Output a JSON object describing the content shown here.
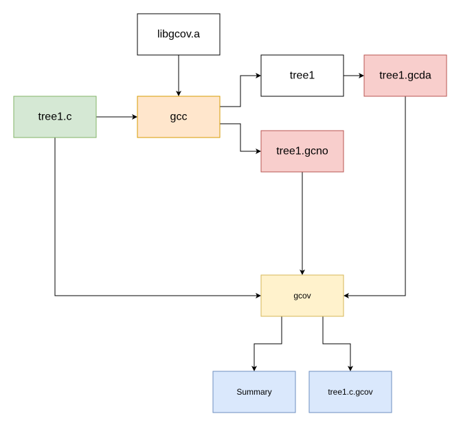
{
  "nodes": {
    "libgcov": {
      "label": "libgcov.a",
      "fill": "#ffffff",
      "stroke": "#000000"
    },
    "tree1_c": {
      "label": "tree1.c",
      "fill": "#d5e8d4",
      "stroke": "#82b366"
    },
    "gcc": {
      "label": "gcc",
      "fill": "#ffe6cc",
      "stroke": "#d79b00"
    },
    "tree1": {
      "label": "tree1",
      "fill": "#ffffff",
      "stroke": "#000000"
    },
    "tree1_gcda": {
      "label": "tree1.gcda",
      "fill": "#f8cecc",
      "stroke": "#b85450"
    },
    "tree1_gcno": {
      "label": "tree1.gcno",
      "fill": "#f8cecc",
      "stroke": "#b85450"
    },
    "gcov": {
      "label": "gcov",
      "fill": "#fff2cc",
      "stroke": "#d6b656"
    },
    "summary": {
      "label": "Summary",
      "fill": "#dae8fc",
      "stroke": "#6c8ebf"
    },
    "tree1_c_gcov": {
      "label": "tree1.c.gcov",
      "fill": "#dae8fc",
      "stroke": "#6c8ebf"
    }
  },
  "edges": [
    {
      "from": "libgcov",
      "to": "gcc"
    },
    {
      "from": "tree1_c",
      "to": "gcc"
    },
    {
      "from": "gcc",
      "to": "tree1"
    },
    {
      "from": "gcc",
      "to": "tree1_gcno"
    },
    {
      "from": "tree1",
      "to": "tree1_gcda"
    },
    {
      "from": "tree1_c",
      "to": "gcov"
    },
    {
      "from": "tree1_gcno",
      "to": "gcov"
    },
    {
      "from": "tree1_gcda",
      "to": "gcov"
    },
    {
      "from": "gcov",
      "to": "summary"
    },
    {
      "from": "gcov",
      "to": "tree1_c_gcov"
    }
  ],
  "colors": {
    "edge": "#000000",
    "background": "#ffffff"
  }
}
